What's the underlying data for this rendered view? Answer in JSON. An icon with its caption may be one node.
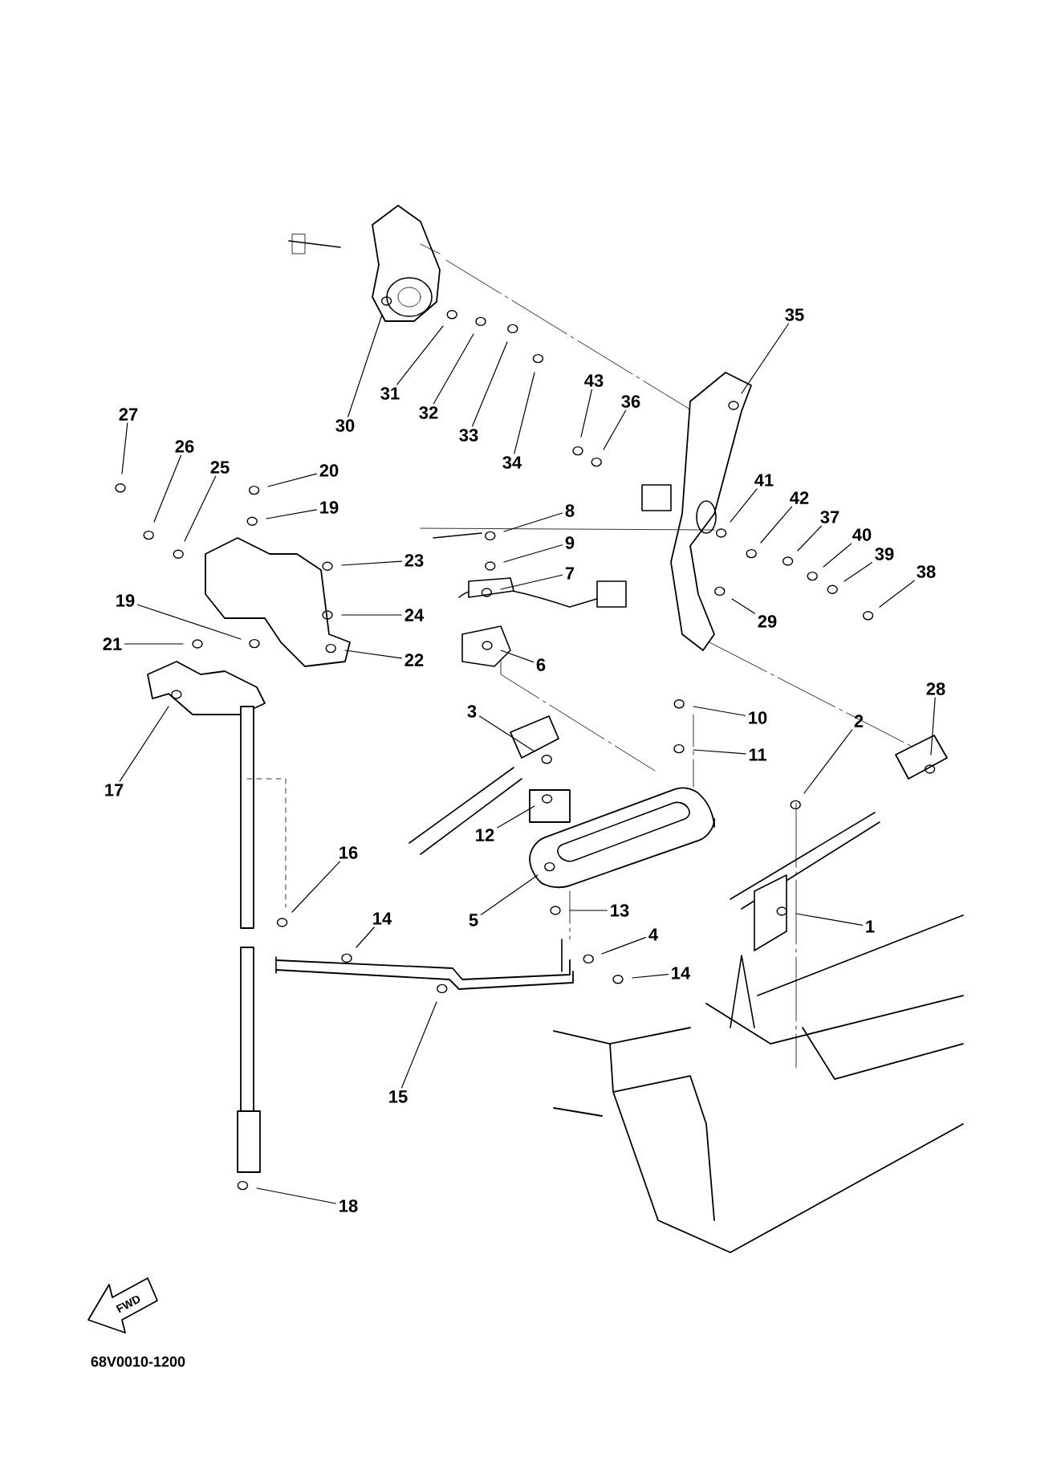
{
  "diagram": {
    "nodes": [
      {
        "text": [
          "1"
        ]
      },
      {
        "text": [
          "2"
        ]
      },
      {
        "text": [
          "3"
        ]
      },
      {
        "text": [
          "4"
        ]
      },
      {
        "text": [
          "5"
        ]
      },
      {
        "text": [
          "6"
        ]
      },
      {
        "text": [
          "7"
        ]
      },
      {
        "text": [
          "8"
        ]
      },
      {
        "text": [
          "9"
        ]
      },
      {
        "text": [
          "10"
        ]
      },
      {
        "text": [
          "11"
        ]
      },
      {
        "text": [
          "12"
        ]
      },
      {
        "text": [
          "13"
        ]
      },
      {
        "text": [
          "14"
        ]
      },
      {
        "text": [
          "14"
        ]
      },
      {
        "text": [
          "15"
        ]
      },
      {
        "text": [
          "16"
        ]
      },
      {
        "text": [
          "17"
        ]
      },
      {
        "text": [
          "18"
        ]
      },
      {
        "text": [
          "19"
        ]
      },
      {
        "text": [
          "19"
        ]
      },
      {
        "text": [
          "20"
        ]
      },
      {
        "text": [
          "21"
        ]
      },
      {
        "text": [
          "22"
        ]
      },
      {
        "text": [
          "23"
        ]
      },
      {
        "text": [
          "24"
        ]
      },
      {
        "text": [
          "25"
        ]
      },
      {
        "text": [
          "26"
        ]
      },
      {
        "text": [
          "27"
        ]
      },
      {
        "text": [
          "28"
        ]
      },
      {
        "text": [
          "29"
        ]
      },
      {
        "text": [
          "30"
        ]
      },
      {
        "text": [
          "31"
        ]
      },
      {
        "text": [
          "32"
        ]
      },
      {
        "text": [
          "33"
        ]
      },
      {
        "text": [
          "34"
        ]
      },
      {
        "text": [
          "35"
        ]
      },
      {
        "text": [
          "36"
        ]
      },
      {
        "text": [
          "37"
        ]
      },
      {
        "text": [
          "38"
        ]
      },
      {
        "text": [
          "39"
        ]
      },
      {
        "text": [
          "40"
        ]
      },
      {
        "text": [
          "41"
        ]
      },
      {
        "text": [
          "42"
        ]
      },
      {
        "text": [
          "43"
        ]
      }
    ],
    "edges": [
      {
        "from": 0,
        "to": null,
        "arrow": "none"
      },
      {
        "from": 1,
        "to": null,
        "arrow": "none"
      },
      {
        "from": 2,
        "to": null,
        "arrow": "none"
      },
      {
        "from": 3,
        "to": null,
        "arrow": "none"
      },
      {
        "from": 4,
        "to": null,
        "arrow": "none"
      },
      {
        "from": 5,
        "to": null,
        "arrow": "none"
      },
      {
        "from": 6,
        "to": null,
        "arrow": "none"
      },
      {
        "from": 7,
        "to": null,
        "arrow": "none"
      },
      {
        "from": 8,
        "to": null,
        "arrow": "none"
      },
      {
        "from": 9,
        "to": null,
        "arrow": "none"
      },
      {
        "from": 10,
        "to": null,
        "arrow": "none"
      },
      {
        "from": 11,
        "to": null,
        "arrow": "none"
      },
      {
        "from": 12,
        "to": null,
        "arrow": "none"
      },
      {
        "from": 13,
        "to": null,
        "arrow": "none"
      },
      {
        "from": 14,
        "to": null,
        "arrow": "none"
      },
      {
        "from": 15,
        "to": null,
        "arrow": "none"
      },
      {
        "from": 16,
        "to": null,
        "arrow": "none"
      },
      {
        "from": 17,
        "to": null,
        "arrow": "none"
      },
      {
        "from": 18,
        "to": null,
        "arrow": "none"
      },
      {
        "from": 19,
        "to": null,
        "arrow": "none"
      },
      {
        "from": 20,
        "to": null,
        "arrow": "none"
      },
      {
        "from": 21,
        "to": null,
        "arrow": "none"
      },
      {
        "from": 22,
        "to": null,
        "arrow": "none"
      },
      {
        "from": 23,
        "to": null,
        "arrow": "none"
      },
      {
        "from": 24,
        "to": null,
        "arrow": "none"
      },
      {
        "from": 25,
        "to": null,
        "arrow": "none"
      },
      {
        "from": 26,
        "to": null,
        "arrow": "none"
      },
      {
        "from": 27,
        "to": null,
        "arrow": "none"
      },
      {
        "from": 28,
        "to": null,
        "arrow": "none"
      },
      {
        "from": 29,
        "to": null,
        "arrow": "none"
      },
      {
        "from": 30,
        "to": null,
        "arrow": "none"
      },
      {
        "from": 31,
        "to": null,
        "arrow": "none"
      },
      {
        "from": 32,
        "to": null,
        "arrow": "none"
      },
      {
        "from": 33,
        "to": null,
        "arrow": "none"
      },
      {
        "from": 34,
        "to": null,
        "arrow": "none"
      },
      {
        "from": 35,
        "to": null,
        "arrow": "none"
      },
      {
        "from": 36,
        "to": null,
        "arrow": "none"
      },
      {
        "from": 37,
        "to": null,
        "arrow": "none"
      },
      {
        "from": 38,
        "to": null,
        "arrow": "none"
      },
      {
        "from": 39,
        "to": null,
        "arrow": "none"
      },
      {
        "from": 40,
        "to": null,
        "arrow": "none"
      },
      {
        "from": 41,
        "to": null,
        "arrow": "none"
      },
      {
        "from": 42,
        "to": null,
        "arrow": "none"
      },
      {
        "from": 43,
        "to": null,
        "arrow": "none"
      },
      {
        "from": 44,
        "to": null,
        "arrow": "none"
      }
    ],
    "labels": [
      "FWD",
      "68V0010-1200"
    ]
  }
}
